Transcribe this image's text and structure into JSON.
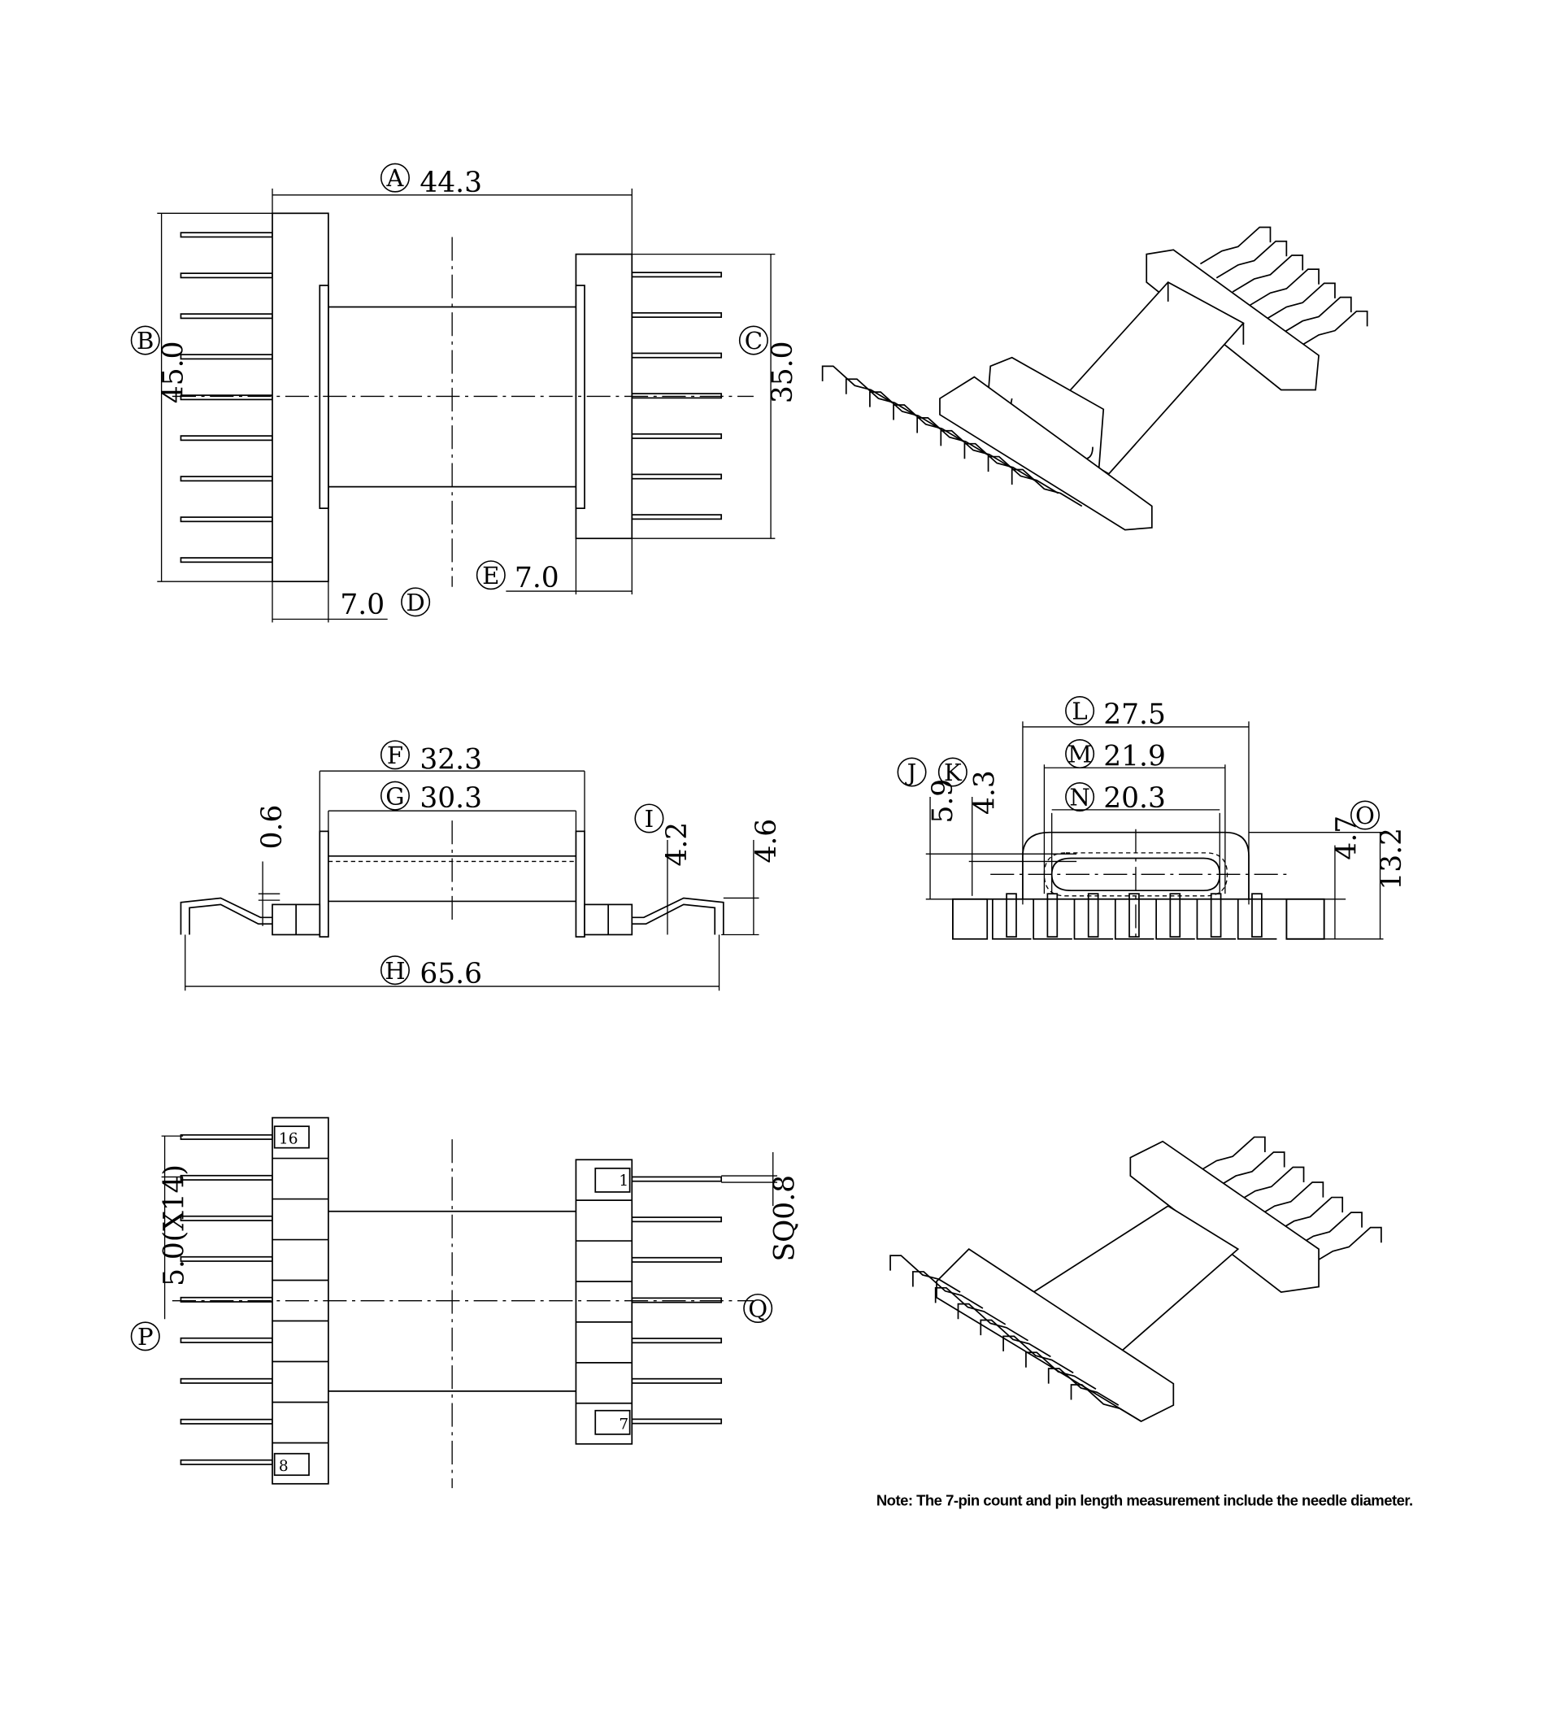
{
  "dimensions": {
    "A": {
      "letter": "A",
      "value": "44.3"
    },
    "B": {
      "letter": "B",
      "value": "45.0"
    },
    "C": {
      "letter": "C",
      "value": "35.0"
    },
    "D": {
      "letter": "D",
      "value": "7.0"
    },
    "E": {
      "letter": "E",
      "value": "7.0"
    },
    "F": {
      "letter": "F",
      "value": "32.3"
    },
    "G": {
      "letter": "G",
      "value": "30.3"
    },
    "H": {
      "letter": "H",
      "value": "65.6"
    },
    "I": {
      "letter": "I",
      "value": "4.2"
    },
    "J": {
      "letter": "J",
      "value": "5.9"
    },
    "K": {
      "letter": "K",
      "value": "4.3"
    },
    "L": {
      "letter": "L",
      "value": "27.5"
    },
    "M": {
      "letter": "M",
      "value": "21.9"
    },
    "N": {
      "letter": "N",
      "value": "20.3"
    },
    "O": {
      "letter": "O",
      "value": "13.2"
    },
    "P": {
      "letter": "P",
      "value": "5.0(X14)"
    },
    "Q": {
      "letter": "Q",
      "value": "SQ0.8"
    }
  },
  "extra_dims": {
    "pin_offset": "0.6",
    "pin_height": "4.6",
    "body_height": "4.7"
  },
  "pin_numbers": {
    "p16": "16",
    "p8": "8",
    "p1": "1",
    "p7": "7"
  },
  "note": "Note: The 7-pin count and pin length measurement include the needle diameter."
}
